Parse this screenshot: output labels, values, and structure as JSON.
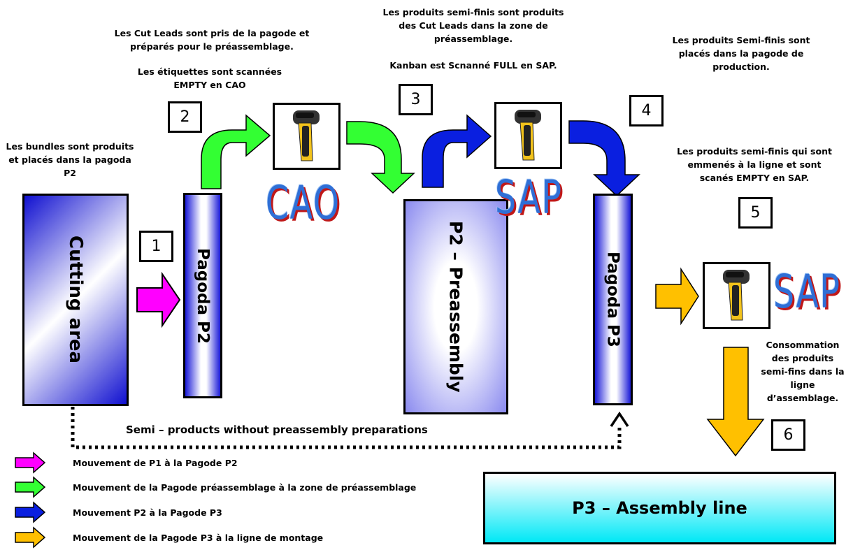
{
  "captions": {
    "bundles": "Les bundles sont produits et placés dans la pagoda P2",
    "cut_leads": "Les Cut Leads sont pris de la pagode et préparés pour le préassemblage.",
    "etiquettes": "Les étiquettes sont scannées EMPTY en CAO",
    "semi_finis_produits": "Les produits semi-finis sont produits des Cut Leads dans la zone de préassemblage.",
    "kanban": "Kanban est Scnanné FULL en SAP.",
    "semi_finis_places": "Les produits Semi-finis sont placés dans la pagode de production.",
    "semi_finis_emmenes": "Les produits semi-finis qui sont emmenés à la ligne et sont scanés EMPTY en SAP.",
    "consommation": "Consommation des produits semi-fins dans la ligne d’assemblage."
  },
  "steps": [
    "1",
    "2",
    "3",
    "4",
    "5",
    "6"
  ],
  "stations": {
    "cutting_area": "Cutting area",
    "pagoda_p2": "Pagoda P2",
    "p2_preassembly": "P2 – Preassembly",
    "pagoda_p3": "Pagoda P3",
    "assembly_line": "P3 – Assembly line"
  },
  "systems": {
    "cao": "CAO",
    "sap_1": "SAP",
    "sap_2": "SAP"
  },
  "dotted_path_label": "Semi – products without preassembly preparations",
  "legend": [
    {
      "label": "Mouvement de P1 à la Pagode P2",
      "color": "#ff00ff"
    },
    {
      "label": "Mouvement de la Pagode préassemblage à la zone de préassemblage",
      "color": "#33ff33"
    },
    {
      "label": "Mouvement P2 à la Pagode P3",
      "color": "#0a1fe0"
    },
    {
      "label": "Mouvement de la Pagode P3 à la ligne de montage",
      "color": "#ffc000"
    }
  ],
  "icons": [
    "barcode-scanner-icon"
  ]
}
